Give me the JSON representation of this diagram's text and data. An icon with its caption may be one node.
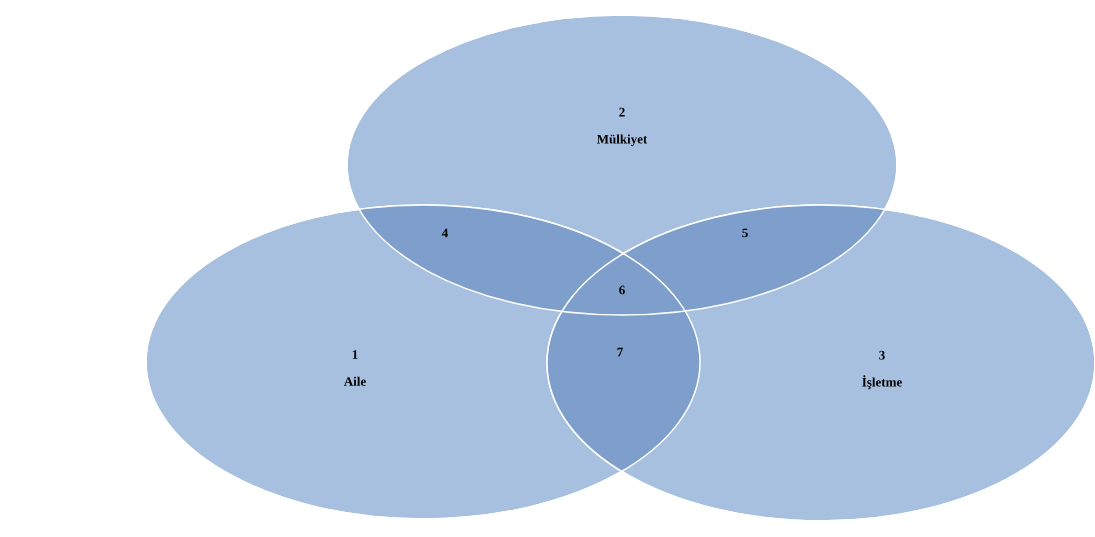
{
  "diagram": {
    "nodes": [
      {
        "text": [
          "2",
          "Mülkiyet"
        ]
      },
      {
        "text": [
          "1",
          "Aile"
        ]
      },
      {
        "text": [
          "3",
          "İşletme"
        ]
      }
    ],
    "labels": [
      "4",
      "5",
      "6",
      "7"
    ]
  }
}
